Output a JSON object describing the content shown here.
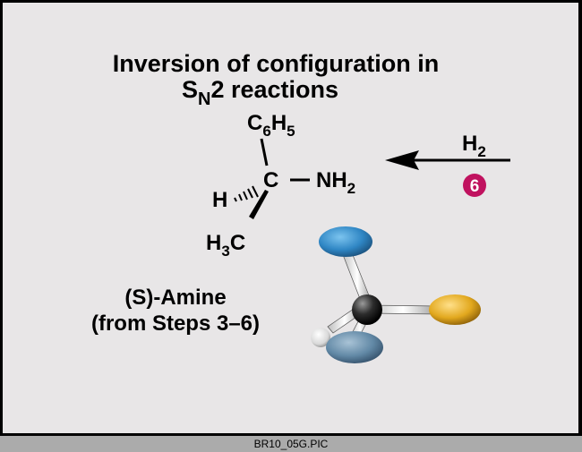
{
  "title": {
    "line1": "Inversion of configuration in",
    "line2_S": "S",
    "line2_N": "N",
    "line2_rest": "2 reactions"
  },
  "structure": {
    "top_C": "C",
    "top_sub6": "6",
    "top_H": "H",
    "top_sub5": "5",
    "center": "C",
    "H_label": "H",
    "NH": "NH",
    "NH_sub": "2",
    "bottom_H": "H",
    "bottom_sub": "3",
    "bottom_C": "C"
  },
  "reagent": {
    "H": "H",
    "sub": "2",
    "step_number": "6",
    "step_color": "#c0125f"
  },
  "caption": {
    "line1": "(S)-Amine",
    "line2": "(from Steps 3–6)"
  },
  "footer": {
    "filename": "BR10_05G.PIC"
  },
  "colors": {
    "background": "#e8e6e7",
    "ball_blue": "#3a90cc",
    "ball_yellow": "#e8b02a",
    "ball_steel": "#6a8ea8",
    "ball_center": "#2a2a2a"
  }
}
